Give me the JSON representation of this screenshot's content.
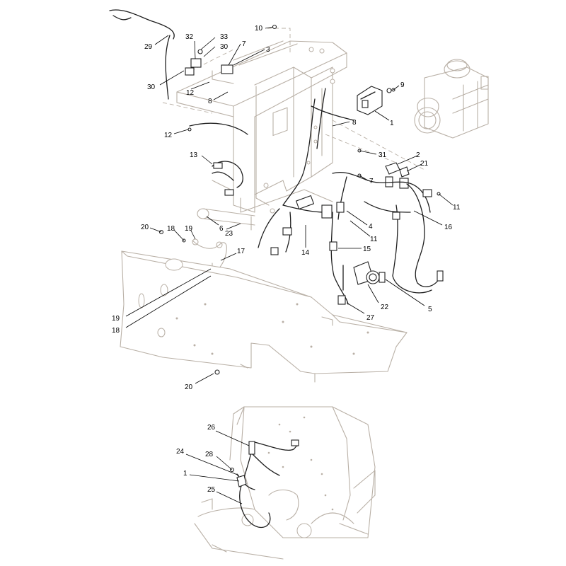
{
  "callouts_main": [
    {
      "id": "c29a",
      "text": "29"
    },
    {
      "id": "c32",
      "text": "32"
    },
    {
      "id": "c33",
      "text": "33"
    },
    {
      "id": "c30a",
      "text": "30"
    },
    {
      "id": "c7a",
      "text": "7"
    },
    {
      "id": "c3",
      "text": "3"
    },
    {
      "id": "c10",
      "text": "10"
    },
    {
      "id": "c30b",
      "text": "30"
    },
    {
      "id": "c12a",
      "text": "12"
    },
    {
      "id": "c8a",
      "text": "8"
    },
    {
      "id": "c9",
      "text": "9"
    },
    {
      "id": "c1a",
      "text": "1"
    },
    {
      "id": "c8b",
      "text": "8"
    },
    {
      "id": "c12b",
      "text": "12"
    },
    {
      "id": "c31",
      "text": "31"
    },
    {
      "id": "c2",
      "text": "2"
    },
    {
      "id": "c21",
      "text": "21"
    },
    {
      "id": "c13",
      "text": "13"
    },
    {
      "id": "c7b",
      "text": "7"
    },
    {
      "id": "c11a",
      "text": "11"
    },
    {
      "id": "c16",
      "text": "16"
    },
    {
      "id": "c20a",
      "text": "20"
    },
    {
      "id": "c18a",
      "text": "18"
    },
    {
      "id": "c19a",
      "text": "19"
    },
    {
      "id": "c6",
      "text": "6"
    },
    {
      "id": "c23",
      "text": "23"
    },
    {
      "id": "c4",
      "text": "4"
    },
    {
      "id": "c11b",
      "text": "11"
    },
    {
      "id": "c17",
      "text": "17"
    },
    {
      "id": "c14",
      "text": "14"
    },
    {
      "id": "c15",
      "text": "15"
    },
    {
      "id": "c22",
      "text": "22"
    },
    {
      "id": "c5",
      "text": "5"
    },
    {
      "id": "c19b",
      "text": "19"
    },
    {
      "id": "c18b",
      "text": "18"
    },
    {
      "id": "c27",
      "text": "27"
    },
    {
      "id": "c20b",
      "text": "20"
    }
  ],
  "callouts_inset": [
    {
      "id": "c26",
      "text": "26"
    },
    {
      "id": "c24",
      "text": "24"
    },
    {
      "id": "c28",
      "text": "28"
    },
    {
      "id": "c1b",
      "text": "1"
    },
    {
      "id": "c25",
      "text": "25"
    }
  ],
  "colors": {
    "part_line": "#b9b0a6",
    "harness_line": "#1f1f1f",
    "callout_text": "#000000"
  }
}
